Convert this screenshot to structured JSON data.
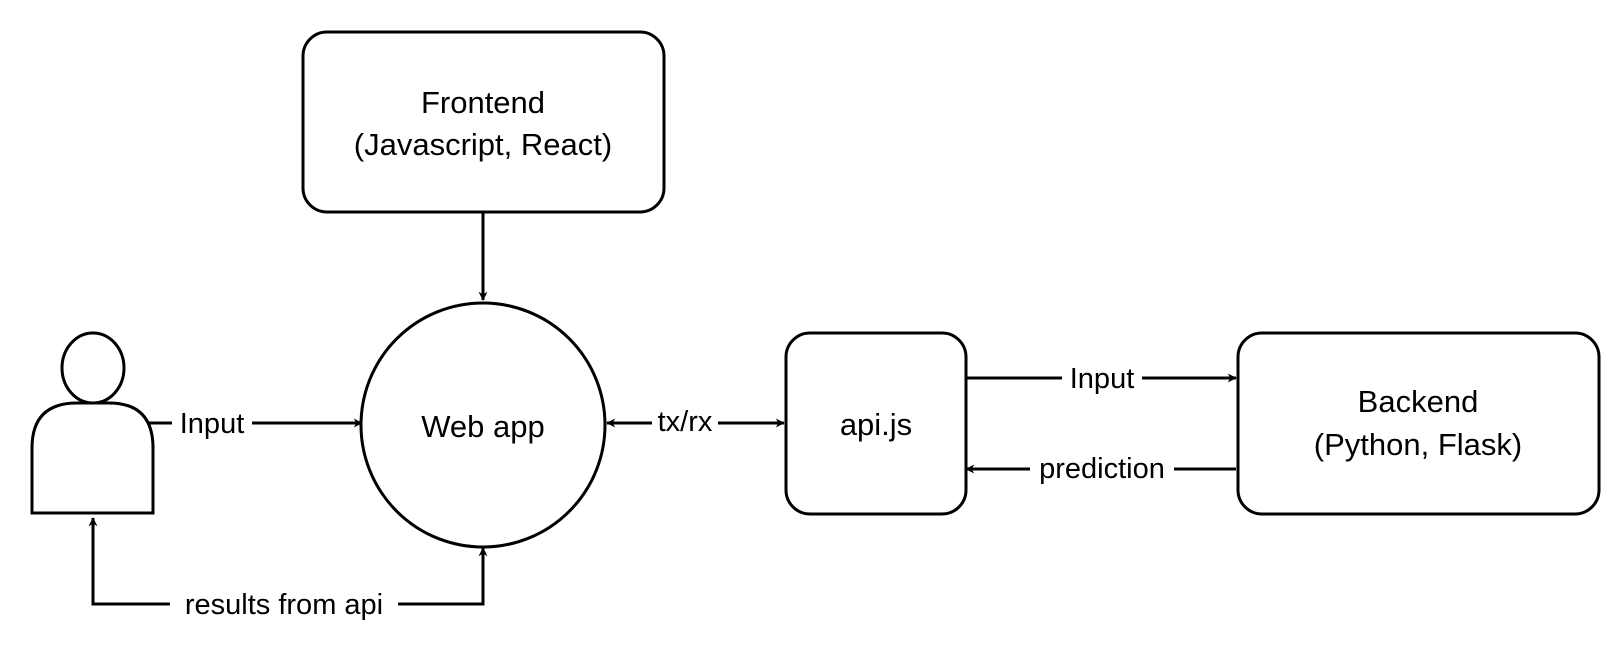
{
  "nodes": {
    "frontend": {
      "line1": "Frontend",
      "line2": "(Javascript, React)"
    },
    "webapp": {
      "label": "Web app"
    },
    "apijs": {
      "label": "api.js"
    },
    "backend": {
      "line1": "Backend",
      "line2": "(Python, Flask)"
    },
    "user": {
      "icon": "person-icon"
    }
  },
  "edges": {
    "user_to_webapp": "Input",
    "webapp_apijs": "tx/rx",
    "apijs_to_backend": "Input",
    "backend_to_apijs": "prediction",
    "webapp_to_user": "results from api"
  }
}
